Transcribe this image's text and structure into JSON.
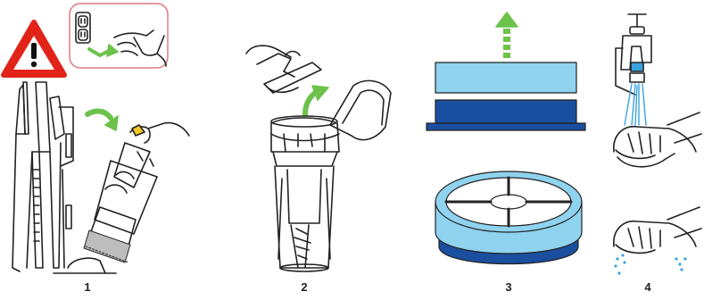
{
  "steps": [
    {
      "number": "1"
    },
    {
      "number": "2"
    },
    {
      "number": "3"
    },
    {
      "number": "4"
    }
  ],
  "colors": {
    "line": "#222222",
    "arrow_green": "#6cc24a",
    "warning_red": "#e2231a",
    "inset_border": "#e07a82",
    "filter_light_blue": "#8fd3ef",
    "filter_dark_blue": "#1a4fa0",
    "water_blue": "#3aa3e0",
    "foam_gray": "#bdbdbd"
  },
  "icons": [
    "warning-icon",
    "unplug-icon",
    "rotate-arrow-icon",
    "lift-arrow-icon",
    "faucet-icon",
    "water-drops-icon"
  ]
}
